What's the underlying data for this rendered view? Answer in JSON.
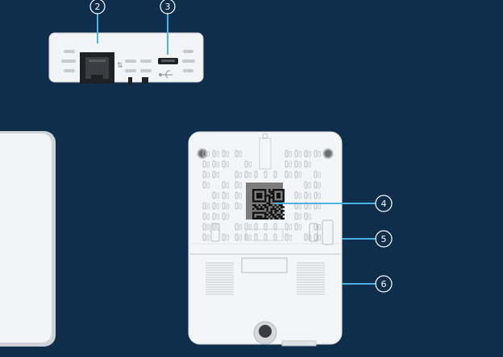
{
  "colors": {
    "background": "#0f2e4b",
    "device": "#f3f4f5",
    "device_edge": "#cfd3d7",
    "slot": "#c9ccd0",
    "callout": "#49b3e3",
    "qr_tile": "#7d7d7d"
  },
  "callouts": [
    {
      "id": "2",
      "label": "2"
    },
    {
      "id": "3",
      "label": "3"
    },
    {
      "id": "4",
      "label": "4"
    },
    {
      "id": "5",
      "label": "5"
    },
    {
      "id": "6",
      "label": "6"
    }
  ],
  "icons": [
    "ethernet-port-icon",
    "micro-usb-port-icon",
    "usb-symbol-icon",
    "qr-code-icon",
    "mounting-hole-icon"
  ]
}
